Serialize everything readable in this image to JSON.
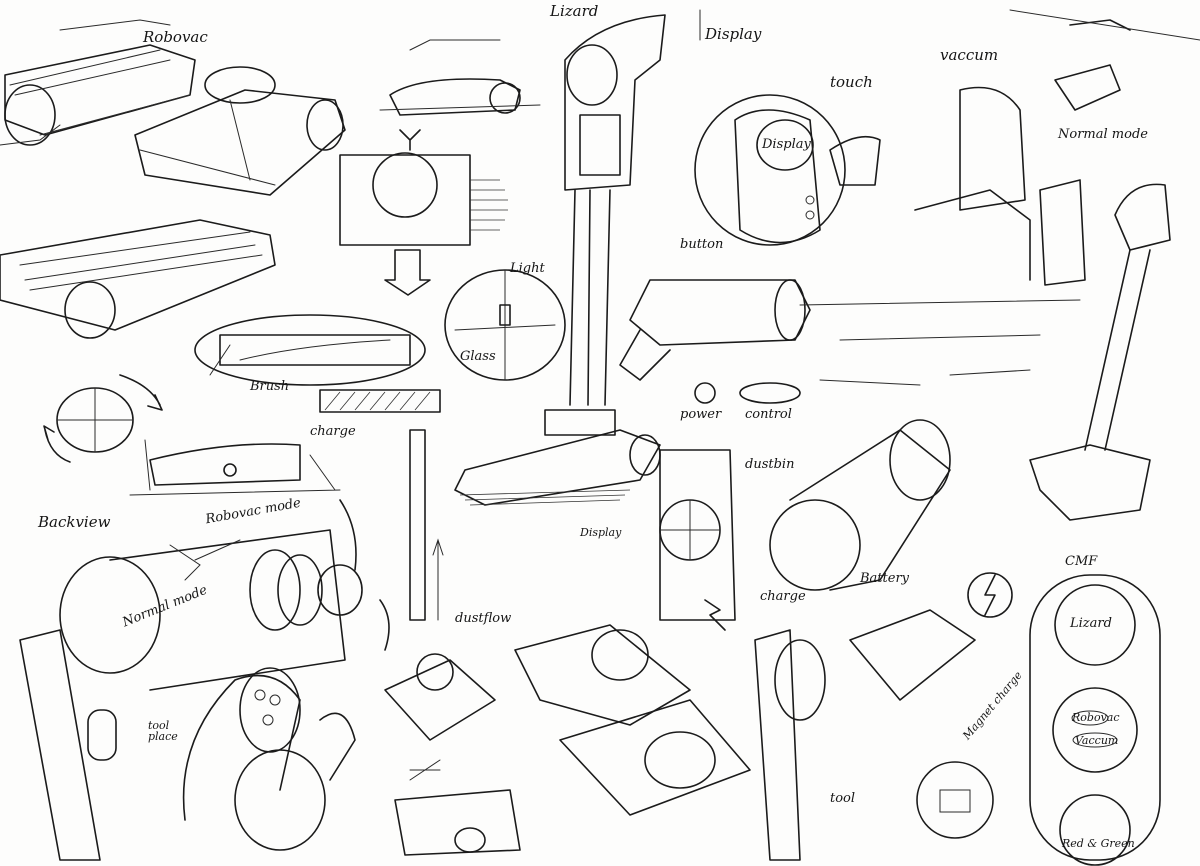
{
  "labels": {
    "robovac": "Robovac",
    "lizard": "Lizard",
    "display_top": "Display",
    "vaccum": "vaccum",
    "touch": "touch",
    "display_screen": "Display",
    "normal_mode_top": "Normal mode",
    "button": "button",
    "light": "Light",
    "glass": "Glass",
    "brush": "Brush",
    "power": "power",
    "control": "control",
    "charge_top": "charge",
    "dustbin": "dustbin",
    "backview": "Backview",
    "robovac_mode": "Robovac mode",
    "normal_mode_left": "Normal mode",
    "display_base": "Display",
    "dustflow": "dustflow",
    "battery": "Battery",
    "charge_bottom": "charge",
    "magnet_charge": "Magnet charge",
    "tool_place": "tool place",
    "tool": "tool",
    "cmf": "CMF",
    "ui_lizard": "Lizard",
    "ui_robovac": "Robovac",
    "ui_vaccum": "Vaccum",
    "ui_red_green": "Red & Green"
  }
}
